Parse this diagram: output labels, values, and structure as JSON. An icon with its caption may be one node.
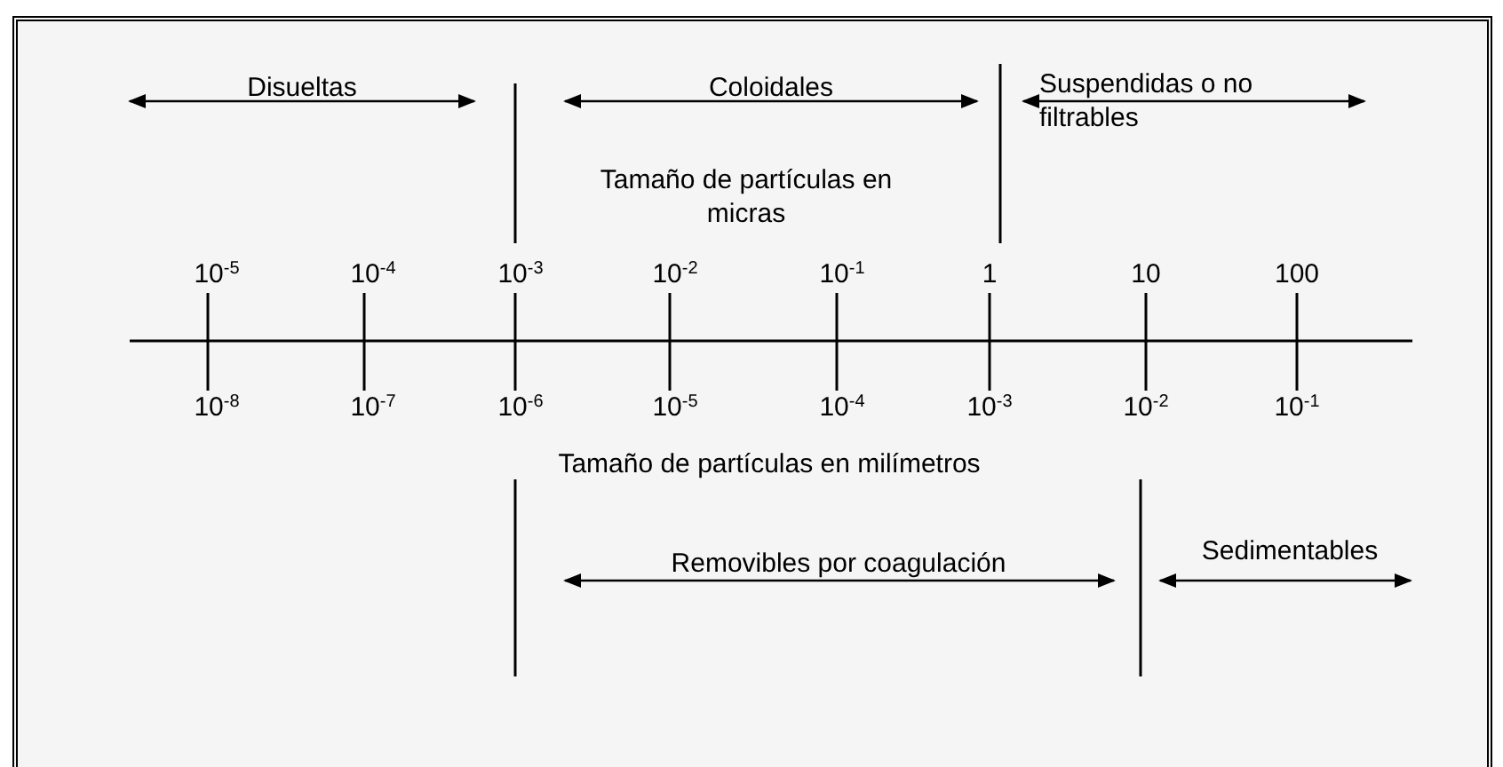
{
  "diagram": {
    "labels": [
      "Disueltas",
      "Coloidales",
      "Suspendidas o no filtrables",
      "Tamaño de partículas en micras",
      "10$^{-5}$",
      "10$^{-4}$",
      "10$^{-3}$",
      "10$^{-2}$",
      "10$^{-1}$",
      "1",
      "10",
      "100",
      "10$^{-8}$",
      "10$^{-7}$",
      "10$^{-6}$",
      "10$^{-5}$",
      "10$^{-4}$",
      "10$^{-3}$",
      "10$^{-2}$",
      "10$^{-1}$",
      "Tamaño de partículas en milímetros",
      "Removibles por coagulación",
      "Sedimentables"
    ]
  }
}
